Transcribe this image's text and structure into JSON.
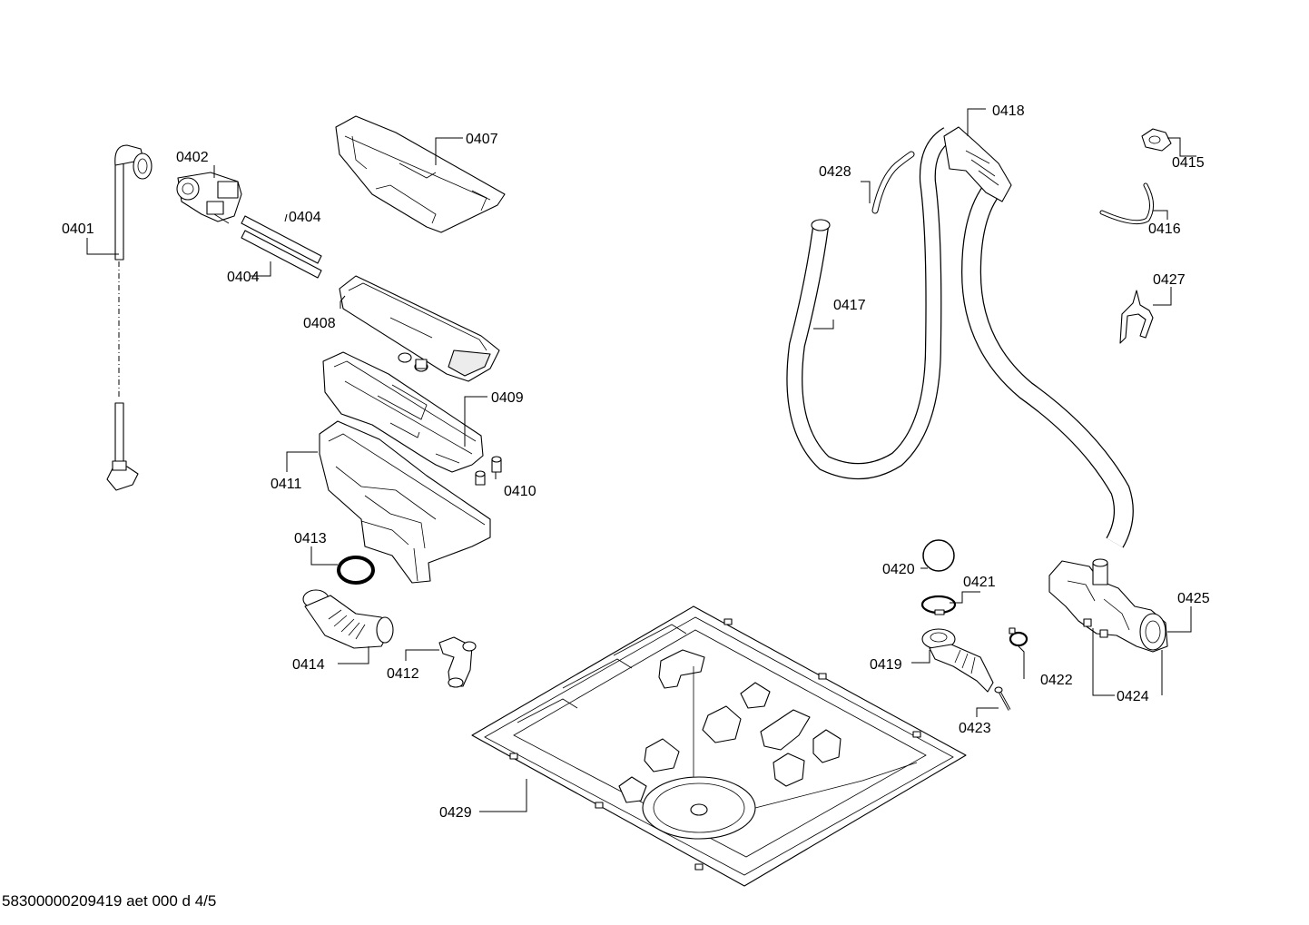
{
  "labels": {
    "p0401": "0401",
    "p0402": "0402",
    "p0404a": "0404",
    "p0404b": "0404",
    "p0407": "0407",
    "p0408": "0408",
    "p0409": "0409",
    "p0410": "0410",
    "p0411": "0411",
    "p0412": "0412",
    "p0413": "0413",
    "p0414": "0414",
    "p0415": "0415",
    "p0416": "0416",
    "p0417": "0417",
    "p0418": "0418",
    "p0419": "0419",
    "p0420": "0420",
    "p0421": "0421",
    "p0422": "0422",
    "p0423": "0423",
    "p0424": "0424",
    "p0425": "0425",
    "p0427": "0427",
    "p0428": "0428",
    "p0429": "0429"
  },
  "footer": "58300000209419 aet 000 d 4/5"
}
